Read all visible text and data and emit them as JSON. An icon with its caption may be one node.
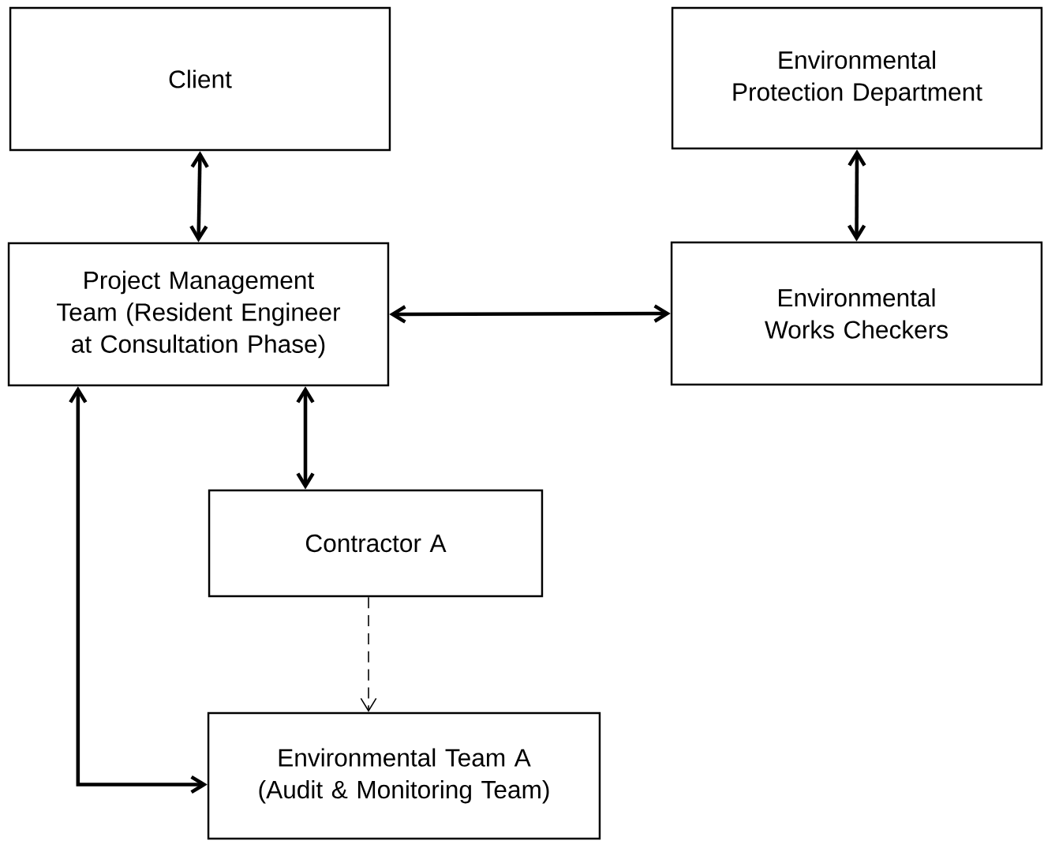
{
  "diagram": {
    "nodes": [
      {
        "text": [
          "Client"
        ]
      },
      {
        "text": [
          "Environmental Protection Department"
        ]
      },
      {
        "text": [
          "Project Management Team (Resident Engineer at Consultation Phase)"
        ]
      },
      {
        "text": [
          "Environmental Works Checkers"
        ]
      },
      {
        "text": [
          "Contractor A"
        ]
      },
      {
        "text": [
          "Environmental Team A (Audit & Monitoring Team)"
        ]
      }
    ],
    "edges": [
      {
        "from": 0,
        "to": 2,
        "arrow": "both"
      },
      {
        "from": 1,
        "to": 3,
        "arrow": "both"
      },
      {
        "from": 2,
        "to": 3,
        "arrow": "both"
      },
      {
        "from": 2,
        "to": 4,
        "arrow": "both"
      },
      {
        "from": 4,
        "to": 5,
        "arrow": "to",
        "style": "dashed"
      },
      {
        "from": 2,
        "to": 5,
        "arrow": "both"
      }
    ]
  }
}
